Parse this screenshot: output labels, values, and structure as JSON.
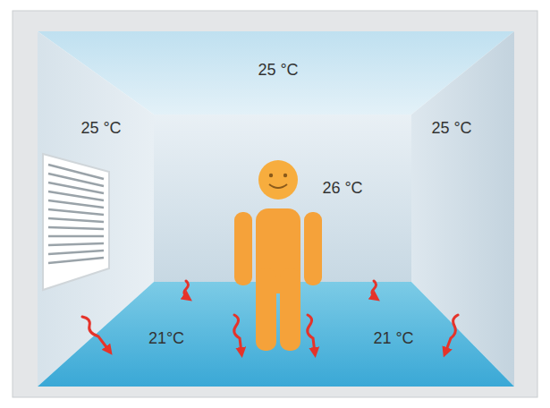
{
  "diagram": {
    "labels": [
      "25 °C",
      "25 °C",
      "25 °C",
      "26 °C",
      "21°C",
      "21 °C"
    ]
  }
}
